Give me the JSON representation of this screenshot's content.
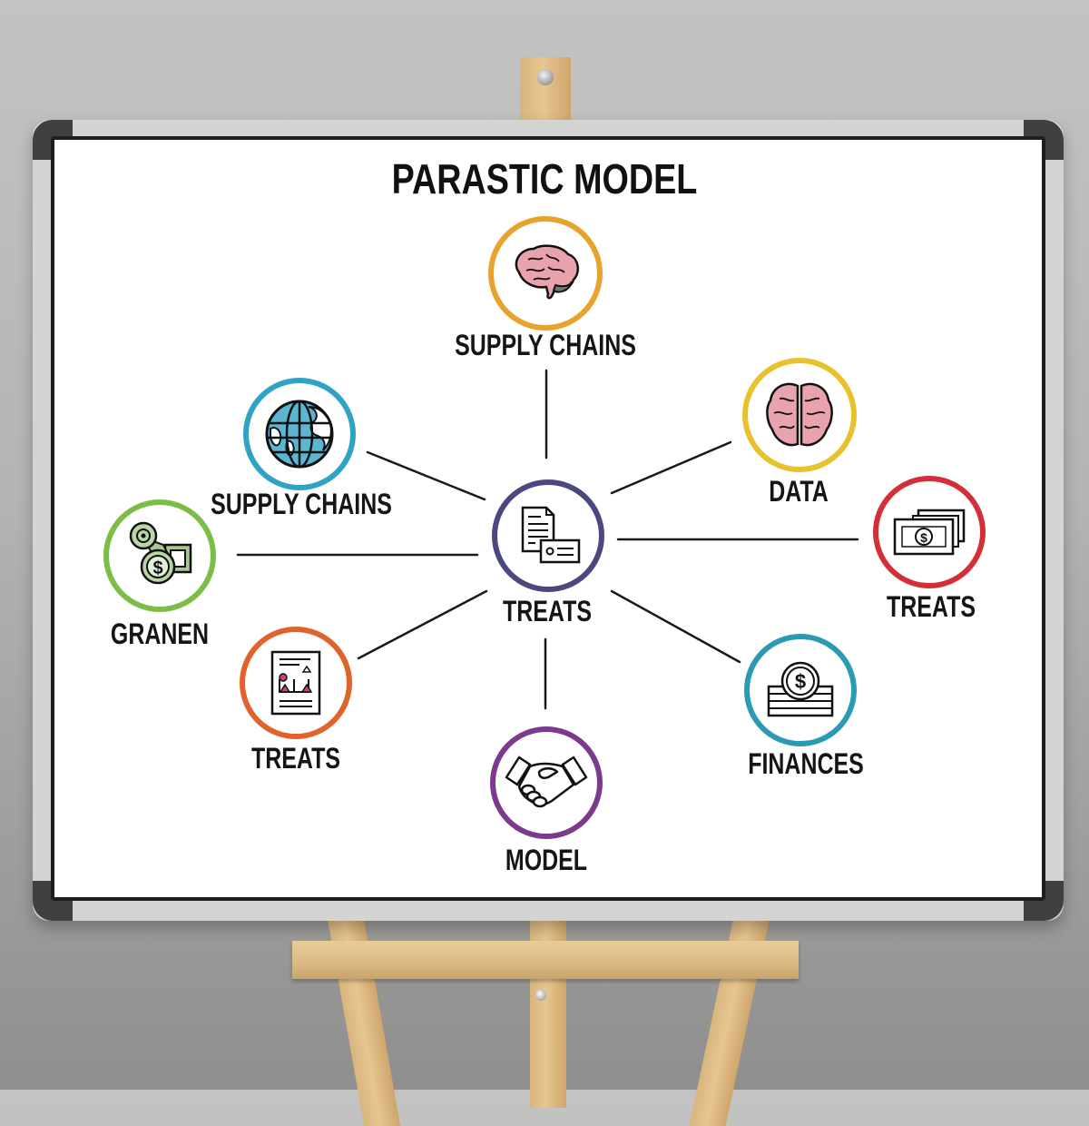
{
  "diagram": {
    "title": "PARASTIC MODEL",
    "center": {
      "label": "TREATS",
      "icon": "documents-icon",
      "color": "#4b4880"
    },
    "nodes": [
      {
        "id": "top",
        "label": "SUPPLY CHAINS",
        "icon": "brain-side-icon",
        "color": "#e8a32c"
      },
      {
        "id": "upper-left",
        "label": "SUPPLY CHAINS",
        "icon": "globe-icon",
        "color": "#2fa3c4"
      },
      {
        "id": "left",
        "label": "GRANEN",
        "icon": "money-coins-icon",
        "color": "#7cbd47"
      },
      {
        "id": "lower-left",
        "label": "TREATS",
        "icon": "document-chart-icon",
        "color": "#e0622d"
      },
      {
        "id": "bottom",
        "label": "MODEL",
        "icon": "handshake-icon",
        "color": "#7d3a8c"
      },
      {
        "id": "upper-right",
        "label": "DATA",
        "icon": "brain-top-icon",
        "color": "#e8c12c"
      },
      {
        "id": "right",
        "label": "TREATS",
        "icon": "banknotes-icon",
        "color": "#d42f36"
      },
      {
        "id": "lower-right",
        "label": "FINANCES",
        "icon": "coin-stack-icon",
        "color": "#2a9bb3"
      }
    ]
  },
  "scene": {
    "board_frame_color": "#d4d4d2",
    "board_corner_color": "#404040",
    "easel_wood_color": "#e0bf88",
    "wall_color": "#b8b8b6"
  }
}
